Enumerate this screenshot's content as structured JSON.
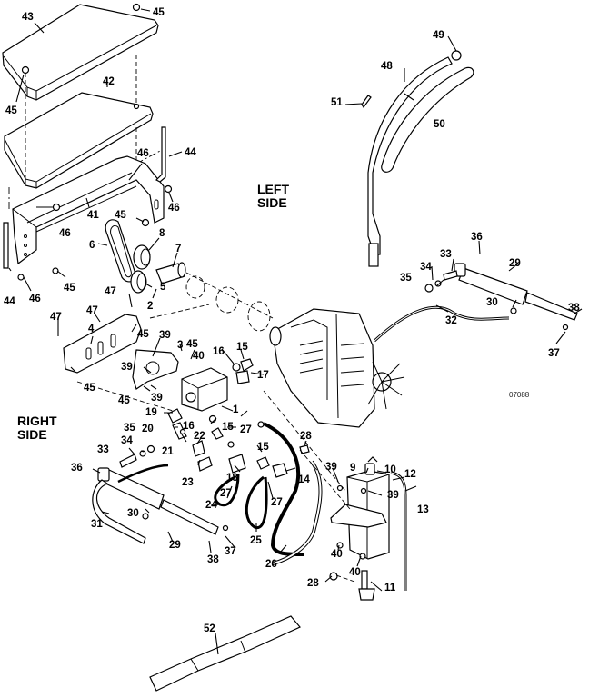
{
  "diagram": {
    "type": "exploded-parts-diagram",
    "figure_number": "07088",
    "side_labels": {
      "left": "LEFT\nSIDE",
      "right": "RIGHT\nSIDE"
    },
    "left_side_line1": "LEFT",
    "left_side_line2": "SIDE",
    "right_side_line1": "RIGHT",
    "right_side_line2": "SIDE",
    "callouts": [
      {
        "id": "c43",
        "label": "43"
      },
      {
        "id": "c45a",
        "label": "45"
      },
      {
        "id": "c45b",
        "label": "45"
      },
      {
        "id": "c42",
        "label": "42"
      },
      {
        "id": "c46a",
        "label": "46"
      },
      {
        "id": "c44a",
        "label": "44"
      },
      {
        "id": "c46b",
        "label": "46"
      },
      {
        "id": "c41",
        "label": "41"
      },
      {
        "id": "c46c",
        "label": "46"
      },
      {
        "id": "c45c",
        "label": "45"
      },
      {
        "id": "c6",
        "label": "6"
      },
      {
        "id": "c8",
        "label": "8"
      },
      {
        "id": "c7",
        "label": "7"
      },
      {
        "id": "c5",
        "label": "5"
      },
      {
        "id": "c2",
        "label": "2"
      },
      {
        "id": "c44b",
        "label": "44"
      },
      {
        "id": "c46d",
        "label": "46"
      },
      {
        "id": "c45d",
        "label": "45"
      },
      {
        "id": "c47a",
        "label": "47"
      },
      {
        "id": "c47b",
        "label": "47"
      },
      {
        "id": "c47c",
        "label": "47"
      },
      {
        "id": "c4",
        "label": "4"
      },
      {
        "id": "c45e",
        "label": "45"
      },
      {
        "id": "c39a",
        "label": "39"
      },
      {
        "id": "c3",
        "label": "3"
      },
      {
        "id": "c45f",
        "label": "45"
      },
      {
        "id": "c40a",
        "label": "40"
      },
      {
        "id": "c39b",
        "label": "39"
      },
      {
        "id": "c39c",
        "label": "39"
      },
      {
        "id": "c45g",
        "label": "45"
      },
      {
        "id": "c45h",
        "label": "45"
      },
      {
        "id": "c16a",
        "label": "16"
      },
      {
        "id": "c15a",
        "label": "15"
      },
      {
        "id": "c17",
        "label": "17"
      },
      {
        "id": "c1",
        "label": "1"
      },
      {
        "id": "c19",
        "label": "19"
      },
      {
        "id": "c16b",
        "label": "16"
      },
      {
        "id": "c15b",
        "label": "15"
      },
      {
        "id": "c20",
        "label": "20"
      },
      {
        "id": "c35a",
        "label": "35"
      },
      {
        "id": "c22",
        "label": "22"
      },
      {
        "id": "c21",
        "label": "21"
      },
      {
        "id": "c27a",
        "label": "27"
      },
      {
        "id": "c33a",
        "label": "33"
      },
      {
        "id": "c34a",
        "label": "34"
      },
      {
        "id": "c15c",
        "label": "15"
      },
      {
        "id": "c28a",
        "label": "28"
      },
      {
        "id": "c36a",
        "label": "36"
      },
      {
        "id": "c23",
        "label": "23"
      },
      {
        "id": "c18",
        "label": "18"
      },
      {
        "id": "c14",
        "label": "14"
      },
      {
        "id": "c27b",
        "label": "27"
      },
      {
        "id": "c27c",
        "label": "27"
      },
      {
        "id": "c24",
        "label": "24"
      },
      {
        "id": "c31",
        "label": "31"
      },
      {
        "id": "c30a",
        "label": "30"
      },
      {
        "id": "c29a",
        "label": "29"
      },
      {
        "id": "c25",
        "label": "25"
      },
      {
        "id": "c37a",
        "label": "37"
      },
      {
        "id": "c38a",
        "label": "38"
      },
      {
        "id": "c26",
        "label": "26"
      },
      {
        "id": "c39d",
        "label": "39"
      },
      {
        "id": "c9",
        "label": "9"
      },
      {
        "id": "c10",
        "label": "10"
      },
      {
        "id": "c12",
        "label": "12"
      },
      {
        "id": "c39e",
        "label": "39"
      },
      {
        "id": "c13",
        "label": "13"
      },
      {
        "id": "c40b",
        "label": "40"
      },
      {
        "id": "c40c",
        "label": "40"
      },
      {
        "id": "c28b",
        "label": "28"
      },
      {
        "id": "c11",
        "label": "11"
      },
      {
        "id": "c52",
        "label": "52"
      },
      {
        "id": "c49",
        "label": "49"
      },
      {
        "id": "c48",
        "label": "48"
      },
      {
        "id": "c51",
        "label": "51"
      },
      {
        "id": "c50",
        "label": "50"
      },
      {
        "id": "c36b",
        "label": "36"
      },
      {
        "id": "c33b",
        "label": "33"
      },
      {
        "id": "c34b",
        "label": "34"
      },
      {
        "id": "c35b",
        "label": "35"
      },
      {
        "id": "c29b",
        "label": "29"
      },
      {
        "id": "c30b",
        "label": "30"
      },
      {
        "id": "c32",
        "label": "32"
      },
      {
        "id": "c38b",
        "label": "38"
      },
      {
        "id": "c37b",
        "label": "37"
      }
    ]
  }
}
